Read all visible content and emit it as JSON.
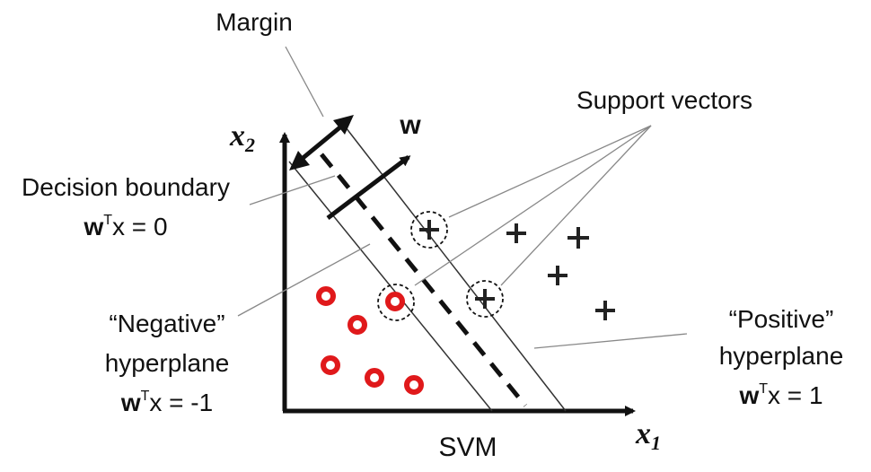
{
  "labels": {
    "margin": "Margin",
    "support_vectors": "Support vectors",
    "w": "w",
    "x2": "x",
    "x2_sub": "2",
    "x1": "x",
    "x1_sub": "1",
    "decision_boundary_line1": "Decision boundary",
    "decision_w": "w",
    "decision_sup": "T",
    "decision_rest": "x = 0",
    "negative_line1": "“Negative”",
    "negative_line2": "hyperplane",
    "negative_w": "w",
    "negative_sup": "T",
    "negative_rest": "x = -1",
    "positive_line1": "“Positive”",
    "positive_line2": "hyperplane",
    "positive_w": "w",
    "positive_sup": "T",
    "positive_rest": "x = 1",
    "caption": "SVM"
  },
  "classes": {
    "negative_marker": "circle",
    "positive_marker": "plus",
    "negative_color": "#e0191b",
    "positive_color": "#222222"
  }
}
